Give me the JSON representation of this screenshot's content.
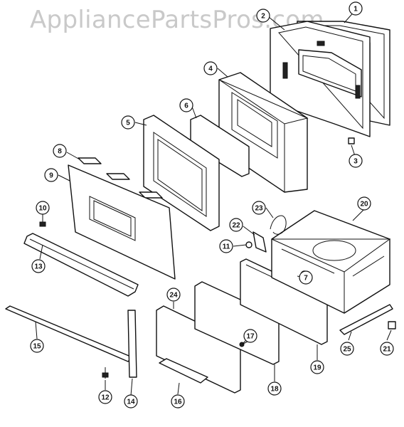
{
  "watermark": {
    "text": "AppliancePartsPros.com"
  },
  "callouts": [
    "1",
    "2",
    "3",
    "4",
    "5",
    "6",
    "7",
    "8",
    "9",
    "10",
    "11",
    "12",
    "13",
    "14",
    "15",
    "16",
    "17",
    "18",
    "19",
    "20",
    "21",
    "22",
    "23",
    "24",
    "25"
  ]
}
